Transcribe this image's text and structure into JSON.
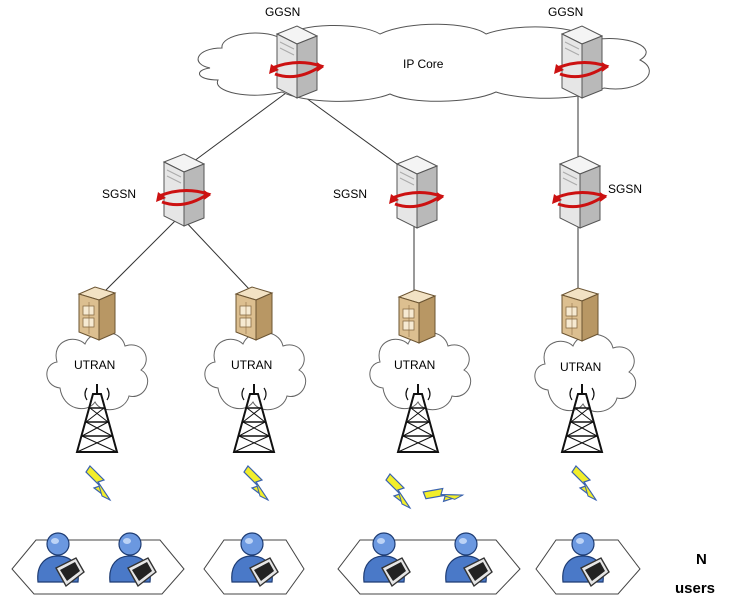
{
  "labels": {
    "ip_core": "IP Core",
    "ggsn_left": "GGSN",
    "ggsn_right": "GGSN",
    "sgsn_1": "SGSN",
    "sgsn_2": "SGSN",
    "sgsn_3": "SGSN",
    "utran_1": "UTRAN",
    "utran_2": "UTRAN",
    "utran_3": "UTRAN",
    "utran_4": "UTRAN",
    "users_n": "N",
    "users_word": "users"
  },
  "icons": {
    "server": "router-server-icon",
    "node_b": "node-b-icon",
    "antenna": "antenna-tower-icon",
    "wireless": "lightning-icon",
    "user": "user-terminal-icon"
  },
  "colors": {
    "server_body": "#dcdcdc",
    "server_edge": "#555555",
    "red_arrow": "#cc1111",
    "nodeb_body": "#d9b98a",
    "lightning": "#f2ee2a",
    "lightning_edge": "#3a62b0",
    "user_blue": "#4a79c8"
  }
}
